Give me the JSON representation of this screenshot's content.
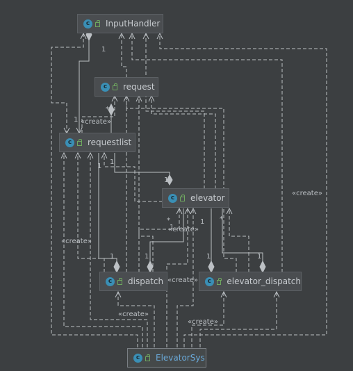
{
  "classes": {
    "input_handler": "InputHandler",
    "request": "request",
    "requestlist": "requestlist",
    "elevator": "elevator",
    "dispatch": "dispatch",
    "elevator_dispatch": "elevator_dispatch",
    "elevator_sys": "ElevatorSys"
  },
  "class_icon_letter": "c",
  "labels": {
    "create": "«create»",
    "mult_one": "1",
    "mult_many": "*"
  },
  "colors": {
    "background": "#3c3f41",
    "box_fill": "#4a4d50",
    "line": "#bcc0c4",
    "class_icon": "#3a8fb5",
    "lock_icon": "#6fa85f"
  }
}
